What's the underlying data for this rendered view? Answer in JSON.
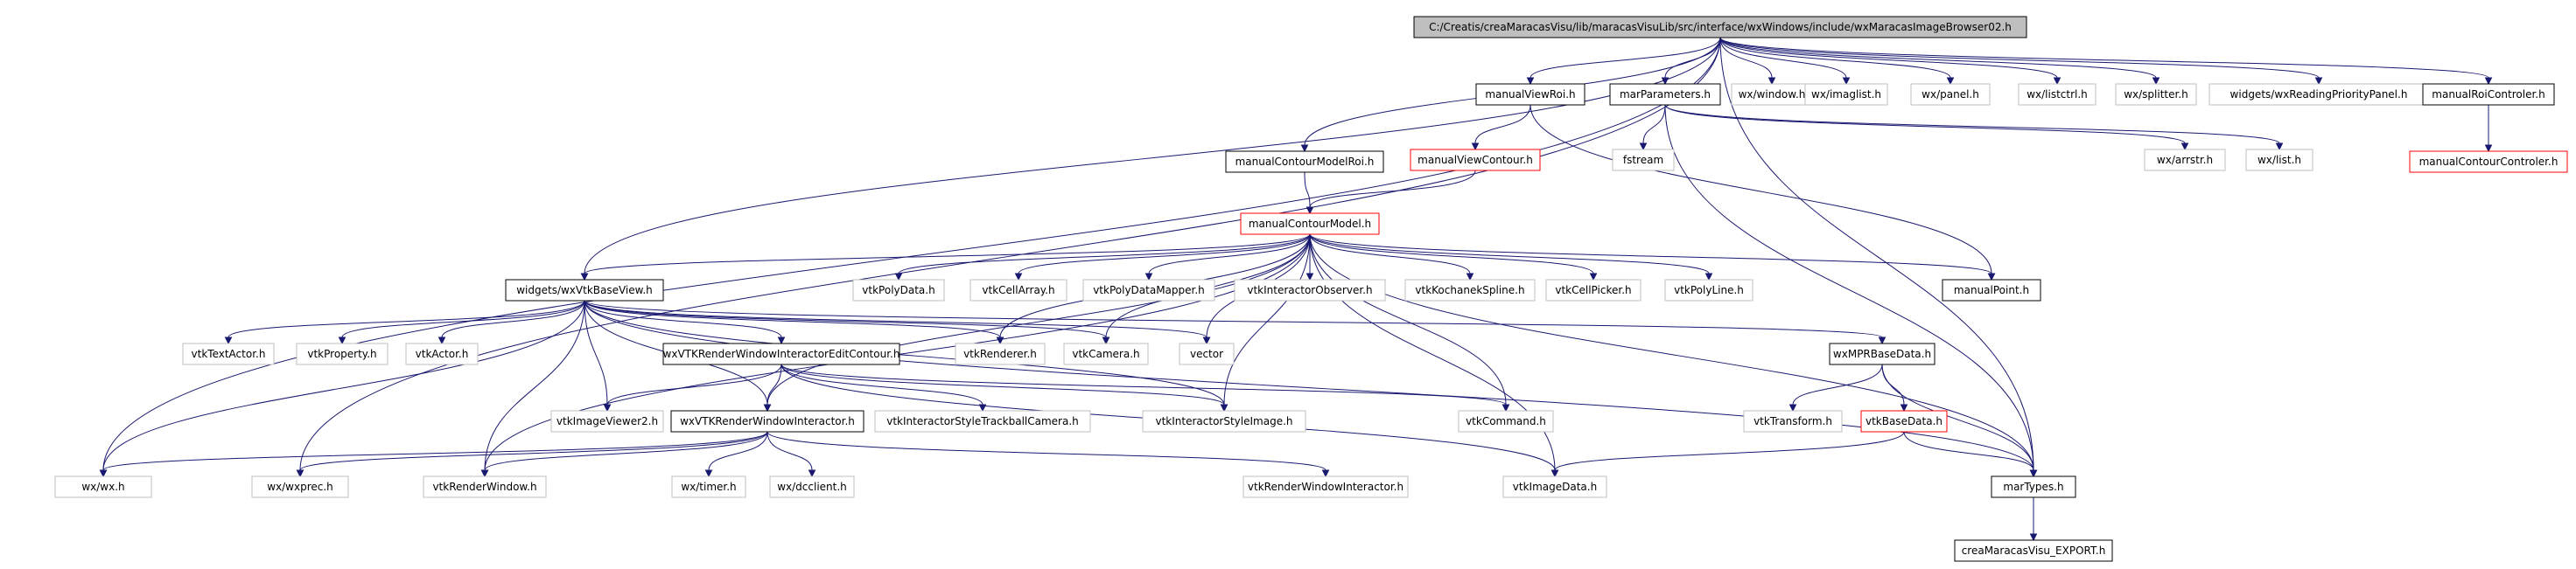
{
  "diagram": {
    "colors": {
      "edge": "#191970",
      "border_documented": "#000000",
      "border_truncated": "#ff0000",
      "border_external": "#bfbfbf",
      "root_fill": "#bfbfbf",
      "node_fill": "#ffffff"
    },
    "nodes": [
      {
        "id": "root",
        "label": "C:/Creatis/creaMaracasVisu/lib/maracasVisuLib/src/interface/wxWindows/include/wxMaracasImageBrowser02.h",
        "kind": "root"
      },
      {
        "id": "wxwx",
        "label": "wx/wx.h",
        "kind": "external"
      },
      {
        "id": "wxwxprec",
        "label": "wx/wxprec.h",
        "kind": "external"
      },
      {
        "id": "wxVtkBaseView",
        "label": "widgets/wxVtkBaseView.h",
        "kind": "documented"
      },
      {
        "id": "manualContourModelRoi",
        "label": "manualContourModelRoi.h",
        "kind": "documented"
      },
      {
        "id": "manualViewRoi",
        "label": "manualViewRoi.h",
        "kind": "documented"
      },
      {
        "id": "marParameters",
        "label": "marParameters.h",
        "kind": "documented"
      },
      {
        "id": "wxwindow",
        "label": "wx/window.h",
        "kind": "external"
      },
      {
        "id": "wximaglist",
        "label": "wx/imaglist.h",
        "kind": "external"
      },
      {
        "id": "wxpanel",
        "label": "wx/panel.h",
        "kind": "external"
      },
      {
        "id": "wxlistctrl",
        "label": "wx/listctrl.h",
        "kind": "external"
      },
      {
        "id": "wxsplitter",
        "label": "wx/splitter.h",
        "kind": "external"
      },
      {
        "id": "wxReadingPriorityPanel",
        "label": "widgets/wxReadingPriorityPanel.h",
        "kind": "external"
      },
      {
        "id": "manualRoiControler",
        "label": "manualRoiControler.h",
        "kind": "documented"
      },
      {
        "id": "manualViewContour",
        "label": "manualViewContour.h",
        "kind": "truncated"
      },
      {
        "id": "fstream",
        "label": "fstream",
        "kind": "external"
      },
      {
        "id": "wxarrstr",
        "label": "wx/arrstr.h",
        "kind": "external"
      },
      {
        "id": "wxlist",
        "label": "wx/list.h",
        "kind": "external"
      },
      {
        "id": "manualContourControler",
        "label": "manualContourControler.h",
        "kind": "truncated"
      },
      {
        "id": "manualContourModel",
        "label": "manualContourModel.h",
        "kind": "truncated"
      },
      {
        "id": "vtkPolyData",
        "label": "vtkPolyData.h",
        "kind": "external"
      },
      {
        "id": "vtkCellArray",
        "label": "vtkCellArray.h",
        "kind": "external"
      },
      {
        "id": "vtkPolyDataMapper",
        "label": "vtkPolyDataMapper.h",
        "kind": "external"
      },
      {
        "id": "vtkInteractorObserver",
        "label": "vtkInteractorObserver.h",
        "kind": "external"
      },
      {
        "id": "vtkKochanekSpline",
        "label": "vtkKochanekSpline.h",
        "kind": "external"
      },
      {
        "id": "vtkCellPicker",
        "label": "vtkCellPicker.h",
        "kind": "external"
      },
      {
        "id": "vtkPolyLine",
        "label": "vtkPolyLine.h",
        "kind": "external"
      },
      {
        "id": "manualPoint",
        "label": "manualPoint.h",
        "kind": "documented"
      },
      {
        "id": "vtkTextActor",
        "label": "vtkTextActor.h",
        "kind": "external"
      },
      {
        "id": "vtkProperty",
        "label": "vtkProperty.h",
        "kind": "external"
      },
      {
        "id": "vtkActor",
        "label": "vtkActor.h",
        "kind": "external"
      },
      {
        "id": "vtkRenderer",
        "label": "vtkRenderer.h",
        "kind": "external"
      },
      {
        "id": "vtkCamera",
        "label": "vtkCamera.h",
        "kind": "external"
      },
      {
        "id": "vector",
        "label": "vector",
        "kind": "external"
      },
      {
        "id": "wxVTKRWIEditContour",
        "label": "wxVTKRenderWindowInteractorEditContour.h",
        "kind": "documented"
      },
      {
        "id": "wxMPRBaseData",
        "label": "wxMPRBaseData.h",
        "kind": "documented"
      },
      {
        "id": "vtkImageViewer2",
        "label": "vtkImageViewer2.h",
        "kind": "external"
      },
      {
        "id": "wxVTKRWI",
        "label": "wxVTKRenderWindowInteractor.h",
        "kind": "documented"
      },
      {
        "id": "vtkISTrackballCamera",
        "label": "vtkInteractorStyleTrackballCamera.h",
        "kind": "external"
      },
      {
        "id": "vtkISImage",
        "label": "vtkInteractorStyleImage.h",
        "kind": "external"
      },
      {
        "id": "vtkCommand",
        "label": "vtkCommand.h",
        "kind": "external"
      },
      {
        "id": "vtkTransform",
        "label": "vtkTransform.h",
        "kind": "external"
      },
      {
        "id": "vtkBaseData",
        "label": "vtkBaseData.h",
        "kind": "truncated"
      },
      {
        "id": "vtkRenderWindow",
        "label": "vtkRenderWindow.h",
        "kind": "external"
      },
      {
        "id": "wxtimer",
        "label": "wx/timer.h",
        "kind": "external"
      },
      {
        "id": "wxdcclient",
        "label": "wx/dcclient.h",
        "kind": "external"
      },
      {
        "id": "vtkRWI",
        "label": "vtkRenderWindowInteractor.h",
        "kind": "external"
      },
      {
        "id": "vtkImageData",
        "label": "vtkImageData.h",
        "kind": "external"
      },
      {
        "id": "marTypes",
        "label": "marTypes.h",
        "kind": "documented"
      },
      {
        "id": "creaMaracasVisuExport",
        "label": "creaMaracasVisu_EXPORT.h",
        "kind": "documented"
      }
    ],
    "edges": [
      [
        "root",
        "wxwx"
      ],
      [
        "root",
        "wxwxprec"
      ],
      [
        "root",
        "wxVtkBaseView"
      ],
      [
        "root",
        "manualContourModelRoi"
      ],
      [
        "root",
        "manualViewRoi"
      ],
      [
        "root",
        "marParameters"
      ],
      [
        "root",
        "wxwindow"
      ],
      [
        "root",
        "wximaglist"
      ],
      [
        "root",
        "wxpanel"
      ],
      [
        "root",
        "wxlistctrl"
      ],
      [
        "root",
        "wxsplitter"
      ],
      [
        "root",
        "wxReadingPriorityPanel"
      ],
      [
        "root",
        "manualRoiControler"
      ],
      [
        "root",
        "marTypes"
      ],
      [
        "manualViewRoi",
        "manualViewContour"
      ],
      [
        "manualViewRoi",
        "manualPoint"
      ],
      [
        "manualViewContour",
        "manualContourModel"
      ],
      [
        "manualContourModelRoi",
        "manualContourModel"
      ],
      [
        "marParameters",
        "fstream"
      ],
      [
        "marParameters",
        "wxarrstr"
      ],
      [
        "marParameters",
        "wxlist"
      ],
      [
        "marParameters",
        "marTypes"
      ],
      [
        "manualRoiControler",
        "manualContourControler"
      ],
      [
        "manualContourModel",
        "wxVtkBaseView"
      ],
      [
        "manualContourModel",
        "vtkPolyData"
      ],
      [
        "manualContourModel",
        "vtkCellArray"
      ],
      [
        "manualContourModel",
        "vtkPolyDataMapper"
      ],
      [
        "manualContourModel",
        "vtkInteractorObserver"
      ],
      [
        "manualContourModel",
        "vtkKochanekSpline"
      ],
      [
        "manualContourModel",
        "vtkCellPicker"
      ],
      [
        "manualContourModel",
        "vtkPolyLine"
      ],
      [
        "manualContourModel",
        "manualPoint"
      ],
      [
        "manualContourModel",
        "vtkRenderer"
      ],
      [
        "manualContourModel",
        "vtkCamera"
      ],
      [
        "manualContourModel",
        "vector"
      ],
      [
        "manualContourModel",
        "vtkRenderWindow"
      ],
      [
        "manualContourModel",
        "wxVTKRWI"
      ],
      [
        "manualContourModel",
        "vtkISImage"
      ],
      [
        "manualContourModel",
        "vtkCommand"
      ],
      [
        "manualContourModel",
        "vtkImageData"
      ],
      [
        "manualContourModel",
        "marTypes"
      ],
      [
        "wxVtkBaseView",
        "vtkTextActor"
      ],
      [
        "wxVtkBaseView",
        "vtkProperty"
      ],
      [
        "wxVtkBaseView",
        "vtkActor"
      ],
      [
        "wxVtkBaseView",
        "vtkRenderer"
      ],
      [
        "wxVtkBaseView",
        "vtkCamera"
      ],
      [
        "wxVtkBaseView",
        "vector"
      ],
      [
        "wxVtkBaseView",
        "wxVTKRWIEditContour"
      ],
      [
        "wxVtkBaseView",
        "wxMPRBaseData"
      ],
      [
        "wxVtkBaseView",
        "vtkImageViewer2"
      ],
      [
        "wxVtkBaseView",
        "wxVTKRWI"
      ],
      [
        "wxVtkBaseView",
        "vtkRenderWindow"
      ],
      [
        "wxVtkBaseView",
        "wxwx"
      ],
      [
        "wxVtkBaseView",
        "vtkISImage"
      ],
      [
        "wxVtkBaseView",
        "marTypes"
      ],
      [
        "wxVTKRWIEditContour",
        "vtkImageViewer2"
      ],
      [
        "wxVTKRWIEditContour",
        "wxVTKRWI"
      ],
      [
        "wxVTKRWIEditContour",
        "vtkISTrackballCamera"
      ],
      [
        "wxVTKRWIEditContour",
        "vtkISImage"
      ],
      [
        "wxVTKRWIEditContour",
        "vtkCommand"
      ],
      [
        "wxVTKRWIEditContour",
        "vtkImageData"
      ],
      [
        "wxVTKRWI",
        "wxwx"
      ],
      [
        "wxVTKRWI",
        "wxwxprec"
      ],
      [
        "wxVTKRWI",
        "vtkRenderWindow"
      ],
      [
        "wxVTKRWI",
        "wxtimer"
      ],
      [
        "wxVTKRWI",
        "wxdcclient"
      ],
      [
        "wxVTKRWI",
        "vtkRWI"
      ],
      [
        "wxMPRBaseData",
        "vtkTransform"
      ],
      [
        "wxMPRBaseData",
        "vtkBaseData"
      ],
      [
        "wxMPRBaseData",
        "marTypes"
      ],
      [
        "vtkBaseData",
        "vtkImageData"
      ],
      [
        "vtkBaseData",
        "marTypes"
      ],
      [
        "marTypes",
        "creaMaracasVisuExport"
      ]
    ]
  }
}
